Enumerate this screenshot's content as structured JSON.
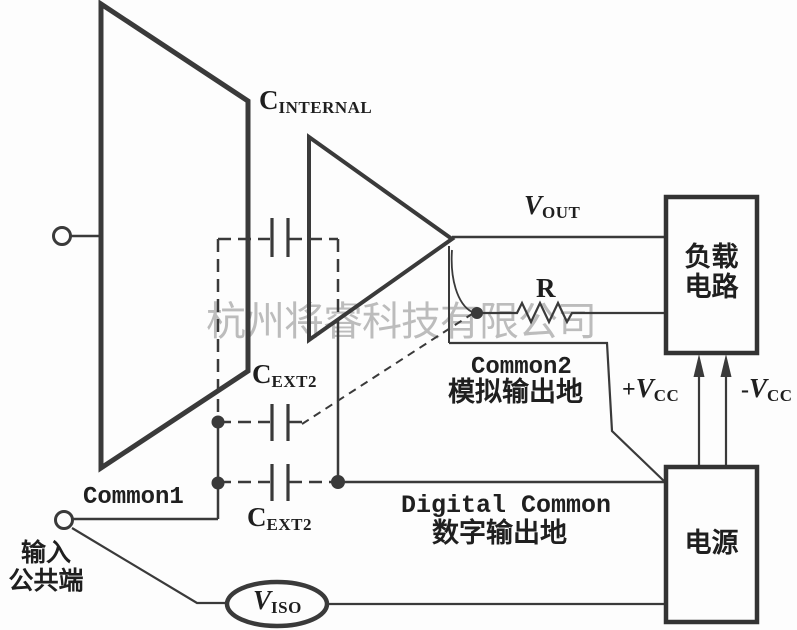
{
  "diagram": {
    "watermark": "杭州将睿科技有限公司",
    "c_internal": {
      "main": "C",
      "sub": "INTERNAL"
    },
    "v_out": {
      "main": "V",
      "sub": "OUT"
    },
    "resistor": "R",
    "common2": {
      "en": "Common2",
      "zh": "模拟输出地"
    },
    "plus_vcc": {
      "sign": "+",
      "main": "V",
      "sub": "CC"
    },
    "minus_vcc": {
      "sign": "-",
      "main": "V",
      "sub": "CC"
    },
    "load_box": {
      "line1": "负载",
      "line2": "电路"
    },
    "power_box": "电源",
    "digital_common": {
      "en": "Digital Common",
      "zh": "数字输出地"
    },
    "c_ext2_upper": {
      "main": "C",
      "sub": "EXT2"
    },
    "c_ext2_lower": {
      "main": "C",
      "sub": "EXT2"
    },
    "common1": "Common1",
    "input_common": {
      "line1": "输入",
      "line2": "公共端"
    },
    "v_iso": {
      "main": "V",
      "sub": "ISO"
    }
  },
  "colors": {
    "line": "#3a3a3a",
    "box": "#333333",
    "text": "#1f1f1f",
    "watermark": "#bcbcbc",
    "background": "#fdfdfd"
  }
}
